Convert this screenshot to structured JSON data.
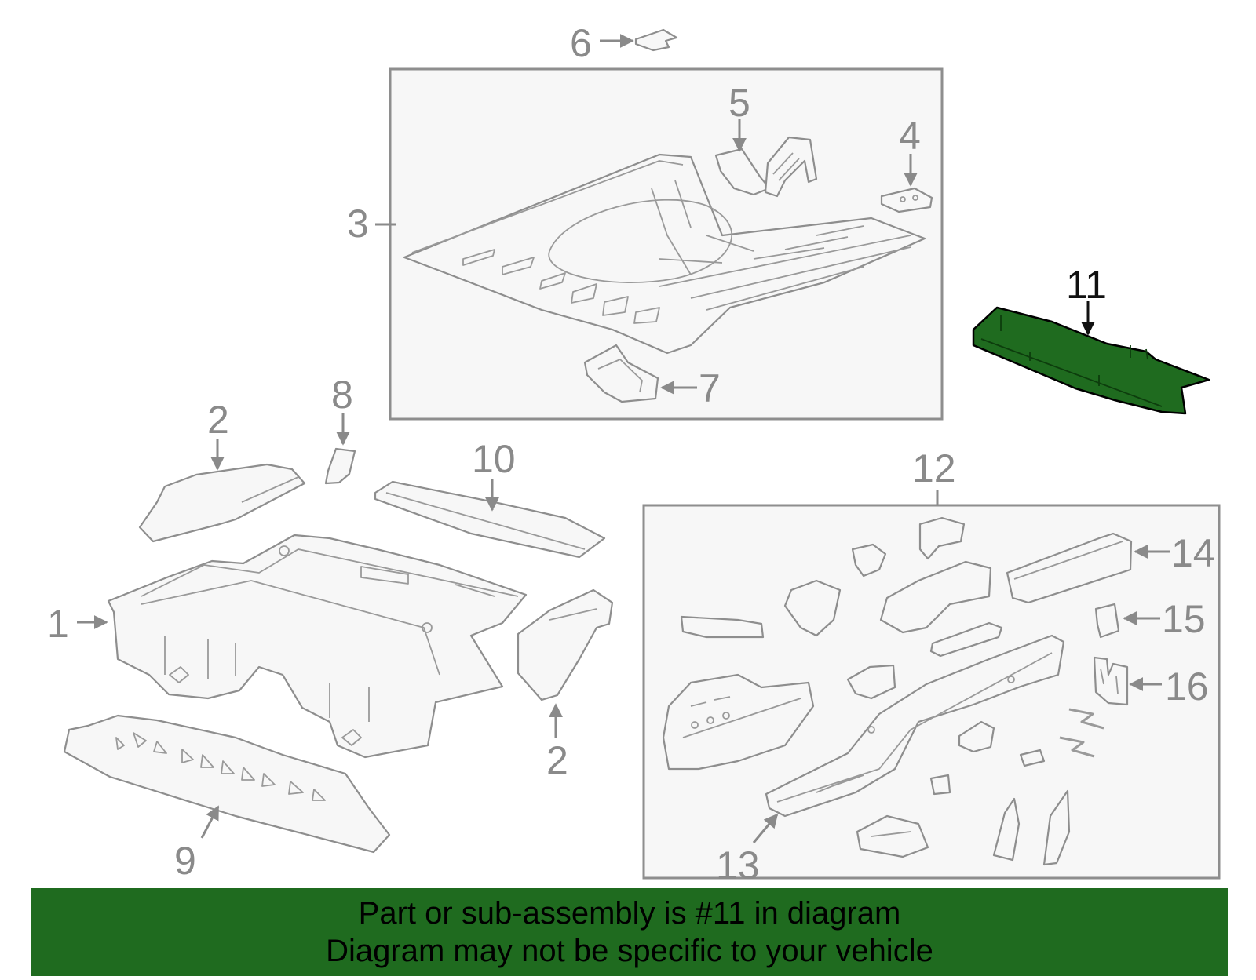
{
  "banner": {
    "line1": "Part or sub-assembly is #11 in diagram",
    "line2": "Diagram may not be specific to your vehicle",
    "color": "#1f6b1f"
  },
  "highlight_color": "#1f6b1f",
  "callouts": {
    "c1": "1",
    "c2a": "2",
    "c2b": "2",
    "c3": "3",
    "c4": "4",
    "c5": "5",
    "c6": "6",
    "c7": "7",
    "c8": "8",
    "c9": "9",
    "c10": "10",
    "c11": "11",
    "c12": "12",
    "c13": "13",
    "c14": "14",
    "c15": "15",
    "c16": "16"
  }
}
